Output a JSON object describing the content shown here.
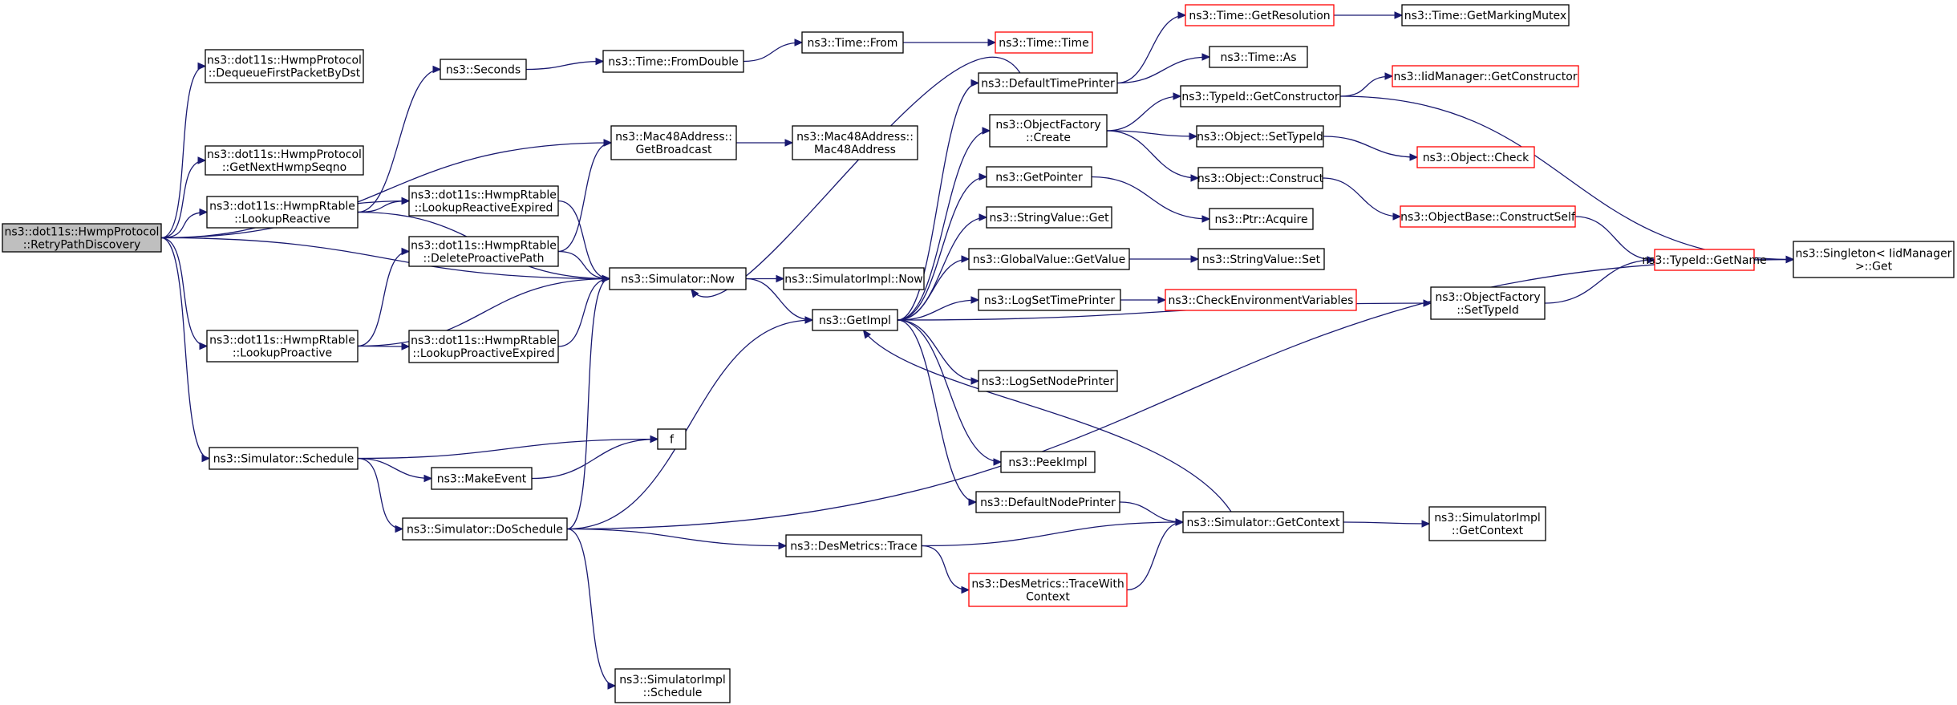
{
  "colors": {
    "edge": "#191970",
    "root_fill": "#bfbfbf",
    "node_fill": "#ffffff",
    "border": "#000000",
    "truncated_border": "#ff0000"
  },
  "nodes": [
    {
      "id": "root",
      "lines": [
        "ns3::dot11s::HwmpProtocol",
        "::RetryPathDiscovery"
      ],
      "kind": "root"
    },
    {
      "id": "dequeue",
      "lines": [
        "ns3::dot11s::HwmpProtocol",
        "::DequeueFirstPacketByDst"
      ],
      "kind": "normal"
    },
    {
      "id": "nexthwmp",
      "lines": [
        "ns3::dot11s::HwmpProtocol",
        "::GetNextHwmpSeqno"
      ],
      "kind": "normal"
    },
    {
      "id": "lookupreactive",
      "lines": [
        "ns3::dot11s::HwmpRtable",
        "::LookupReactive"
      ],
      "kind": "normal"
    },
    {
      "id": "lookupproactive",
      "lines": [
        "ns3::dot11s::HwmpRtable",
        "::LookupProactive"
      ],
      "kind": "normal"
    },
    {
      "id": "schedule",
      "lines": [
        "ns3::Simulator::Schedule"
      ],
      "kind": "normal"
    },
    {
      "id": "doschedule",
      "lines": [
        "ns3::Simulator::DoSchedule"
      ],
      "kind": "normal"
    },
    {
      "id": "seconds",
      "lines": [
        "ns3::Seconds"
      ],
      "kind": "normal"
    },
    {
      "id": "lre",
      "lines": [
        "ns3::dot11s::HwmpRtable",
        "::LookupReactiveExpired"
      ],
      "kind": "normal"
    },
    {
      "id": "dpp",
      "lines": [
        "ns3::dot11s::HwmpRtable",
        "::DeleteProactivePath"
      ],
      "kind": "normal"
    },
    {
      "id": "lpe",
      "lines": [
        "ns3::dot11s::HwmpRtable",
        "::LookupProactiveExpired"
      ],
      "kind": "normal"
    },
    {
      "id": "makeevent",
      "lines": [
        "ns3::MakeEvent"
      ],
      "kind": "normal"
    },
    {
      "id": "f",
      "lines": [
        "f"
      ],
      "kind": "normal"
    },
    {
      "id": "fromdouble",
      "lines": [
        "ns3::Time::FromDouble"
      ],
      "kind": "normal"
    },
    {
      "id": "getbroadcast",
      "lines": [
        "ns3::Mac48Address::",
        "GetBroadcast"
      ],
      "kind": "normal"
    },
    {
      "id": "simnow",
      "lines": [
        "ns3::Simulator::Now"
      ],
      "kind": "normal"
    },
    {
      "id": "simpschedule",
      "lines": [
        "ns3::SimulatorImpl",
        "::Schedule"
      ],
      "kind": "normal"
    },
    {
      "id": "timefrom",
      "lines": [
        "ns3::Time::From"
      ],
      "kind": "normal"
    },
    {
      "id": "mac48",
      "lines": [
        "ns3::Mac48Address::",
        "Mac48Address"
      ],
      "kind": "normal"
    },
    {
      "id": "simplnow",
      "lines": [
        "ns3::SimulatorImpl::Now"
      ],
      "kind": "normal"
    },
    {
      "id": "getimpl",
      "lines": [
        "ns3::GetImpl"
      ],
      "kind": "normal"
    },
    {
      "id": "destrace",
      "lines": [
        "ns3::DesMetrics::Trace"
      ],
      "kind": "normal"
    },
    {
      "id": "timetime",
      "lines": [
        "ns3::Time::Time"
      ],
      "kind": "truncated"
    },
    {
      "id": "deftimeprinter",
      "lines": [
        "ns3::DefaultTimePrinter"
      ],
      "kind": "normal"
    },
    {
      "id": "ofcreate",
      "lines": [
        "ns3::ObjectFactory",
        "::Create"
      ],
      "kind": "normal"
    },
    {
      "id": "getpointer",
      "lines": [
        "ns3::GetPointer"
      ],
      "kind": "normal"
    },
    {
      "id": "strvalget",
      "lines": [
        "ns3::StringValue::Get"
      ],
      "kind": "normal"
    },
    {
      "id": "gvgetvalue",
      "lines": [
        "ns3::GlobalValue::GetValue"
      ],
      "kind": "normal"
    },
    {
      "id": "logsettime",
      "lines": [
        "ns3::LogSetTimePrinter"
      ],
      "kind": "normal"
    },
    {
      "id": "logsetnode",
      "lines": [
        "ns3::LogSetNodePrinter"
      ],
      "kind": "normal"
    },
    {
      "id": "peekimpl",
      "lines": [
        "ns3::PeekImpl"
      ],
      "kind": "normal"
    },
    {
      "id": "defnodeprinter",
      "lines": [
        "ns3::DefaultNodePrinter"
      ],
      "kind": "normal"
    },
    {
      "id": "tracewith",
      "lines": [
        "ns3::DesMetrics::TraceWith",
        "Context"
      ],
      "kind": "truncated"
    },
    {
      "id": "getresolution",
      "lines": [
        "ns3::Time::GetResolution"
      ],
      "kind": "truncated"
    },
    {
      "id": "timeas",
      "lines": [
        "ns3::Time::As"
      ],
      "kind": "normal"
    },
    {
      "id": "tidgetctor",
      "lines": [
        "ns3::TypeId::GetConstructor"
      ],
      "kind": "normal"
    },
    {
      "id": "objsettypeid",
      "lines": [
        "ns3::Object::SetTypeId"
      ],
      "kind": "normal"
    },
    {
      "id": "objconstruct",
      "lines": [
        "ns3::Object::Construct"
      ],
      "kind": "normal"
    },
    {
      "id": "ptracquire",
      "lines": [
        "ns3::Ptr::Acquire"
      ],
      "kind": "normal"
    },
    {
      "id": "strvalset",
      "lines": [
        "ns3::StringValue::Set"
      ],
      "kind": "normal"
    },
    {
      "id": "checkenv",
      "lines": [
        "ns3::CheckEnvironmentVariables"
      ],
      "kind": "truncated"
    },
    {
      "id": "simgetctx",
      "lines": [
        "ns3::Simulator::GetContext"
      ],
      "kind": "normal"
    },
    {
      "id": "getmarking",
      "lines": [
        "ns3::Time::GetMarkingMutex"
      ],
      "kind": "normal"
    },
    {
      "id": "iidgetctor",
      "lines": [
        "ns3::IidManager::GetConstructor"
      ],
      "kind": "truncated"
    },
    {
      "id": "objcheck",
      "lines": [
        "ns3::Object::Check"
      ],
      "kind": "truncated"
    },
    {
      "id": "objbaseconstruct",
      "lines": [
        "ns3::ObjectBase::ConstructSelf"
      ],
      "kind": "truncated"
    },
    {
      "id": "ofsettypeid",
      "lines": [
        "ns3::ObjectFactory",
        "::SetTypeId"
      ],
      "kind": "normal"
    },
    {
      "id": "simplgetctx",
      "lines": [
        "ns3::SimulatorImpl",
        "::GetContext"
      ],
      "kind": "normal"
    },
    {
      "id": "tidgetname",
      "lines": [
        "ns3::TypeId::GetName"
      ],
      "kind": "truncated"
    },
    {
      "id": "singleton",
      "lines": [
        "ns3::Singleton< IidManager",
        ">::Get"
      ],
      "kind": "normal"
    }
  ],
  "edges": [
    [
      "root",
      "dequeue"
    ],
    [
      "root",
      "getbroadcast"
    ],
    [
      "root",
      "nexthwmp"
    ],
    [
      "root",
      "lookupreactive"
    ],
    [
      "root",
      "lre"
    ],
    [
      "root",
      "simnow"
    ],
    [
      "root",
      "lookupproactive"
    ],
    [
      "root",
      "schedule"
    ],
    [
      "lookupreactive",
      "seconds"
    ],
    [
      "lookupreactive",
      "lre"
    ],
    [
      "lookupreactive",
      "simnow"
    ],
    [
      "lre",
      "simnow"
    ],
    [
      "dpp",
      "getbroadcast"
    ],
    [
      "dpp",
      "simnow"
    ],
    [
      "lookupproactive",
      "dpp"
    ],
    [
      "lookupproactive",
      "lpe"
    ],
    [
      "lookupproactive",
      "simnow"
    ],
    [
      "lpe",
      "simnow"
    ],
    [
      "schedule",
      "f"
    ],
    [
      "schedule",
      "makeevent"
    ],
    [
      "schedule",
      "doschedule"
    ],
    [
      "makeevent",
      "f"
    ],
    [
      "doschedule",
      "simnow"
    ],
    [
      "doschedule",
      "getimpl"
    ],
    [
      "doschedule",
      "destrace"
    ],
    [
      "doschedule",
      "simpschedule"
    ],
    [
      "doschedule",
      "singleton"
    ],
    [
      "seconds",
      "fromdouble"
    ],
    [
      "fromdouble",
      "timefrom"
    ],
    [
      "timefrom",
      "timetime"
    ],
    [
      "getbroadcast",
      "mac48"
    ],
    [
      "simnow",
      "simplnow"
    ],
    [
      "simnow",
      "getimpl"
    ],
    [
      "getimpl",
      "deftimeprinter"
    ],
    [
      "getimpl",
      "ofcreate"
    ],
    [
      "getimpl",
      "getpointer"
    ],
    [
      "getimpl",
      "strvalget"
    ],
    [
      "getimpl",
      "gvgetvalue"
    ],
    [
      "getimpl",
      "logsettime"
    ],
    [
      "getimpl",
      "ofsettypeid"
    ],
    [
      "getimpl",
      "logsetnode"
    ],
    [
      "getimpl",
      "peekimpl"
    ],
    [
      "getimpl",
      "defnodeprinter"
    ],
    [
      "deftimeprinter",
      "simnow"
    ],
    [
      "deftimeprinter",
      "getresolution"
    ],
    [
      "deftimeprinter",
      "timeas"
    ],
    [
      "getresolution",
      "getmarking"
    ],
    [
      "ofcreate",
      "tidgetctor"
    ],
    [
      "ofcreate",
      "objsettypeid"
    ],
    [
      "ofcreate",
      "objconstruct"
    ],
    [
      "tidgetctor",
      "iidgetctor"
    ],
    [
      "tidgetctor",
      "singleton"
    ],
    [
      "objsettypeid",
      "objcheck"
    ],
    [
      "objconstruct",
      "objbaseconstruct"
    ],
    [
      "getpointer",
      "ptracquire"
    ],
    [
      "gvgetvalue",
      "strvalset"
    ],
    [
      "logsettime",
      "checkenv"
    ],
    [
      "defnodeprinter",
      "simgetctx"
    ],
    [
      "destrace",
      "simgetctx"
    ],
    [
      "destrace",
      "tracewith"
    ],
    [
      "tracewith",
      "simgetctx"
    ],
    [
      "simgetctx",
      "getimpl"
    ],
    [
      "simgetctx",
      "simplgetctx"
    ],
    [
      "objbaseconstruct",
      "tidgetname"
    ],
    [
      "ofsettypeid",
      "tidgetname"
    ],
    [
      "tidgetname",
      "singleton"
    ]
  ]
}
